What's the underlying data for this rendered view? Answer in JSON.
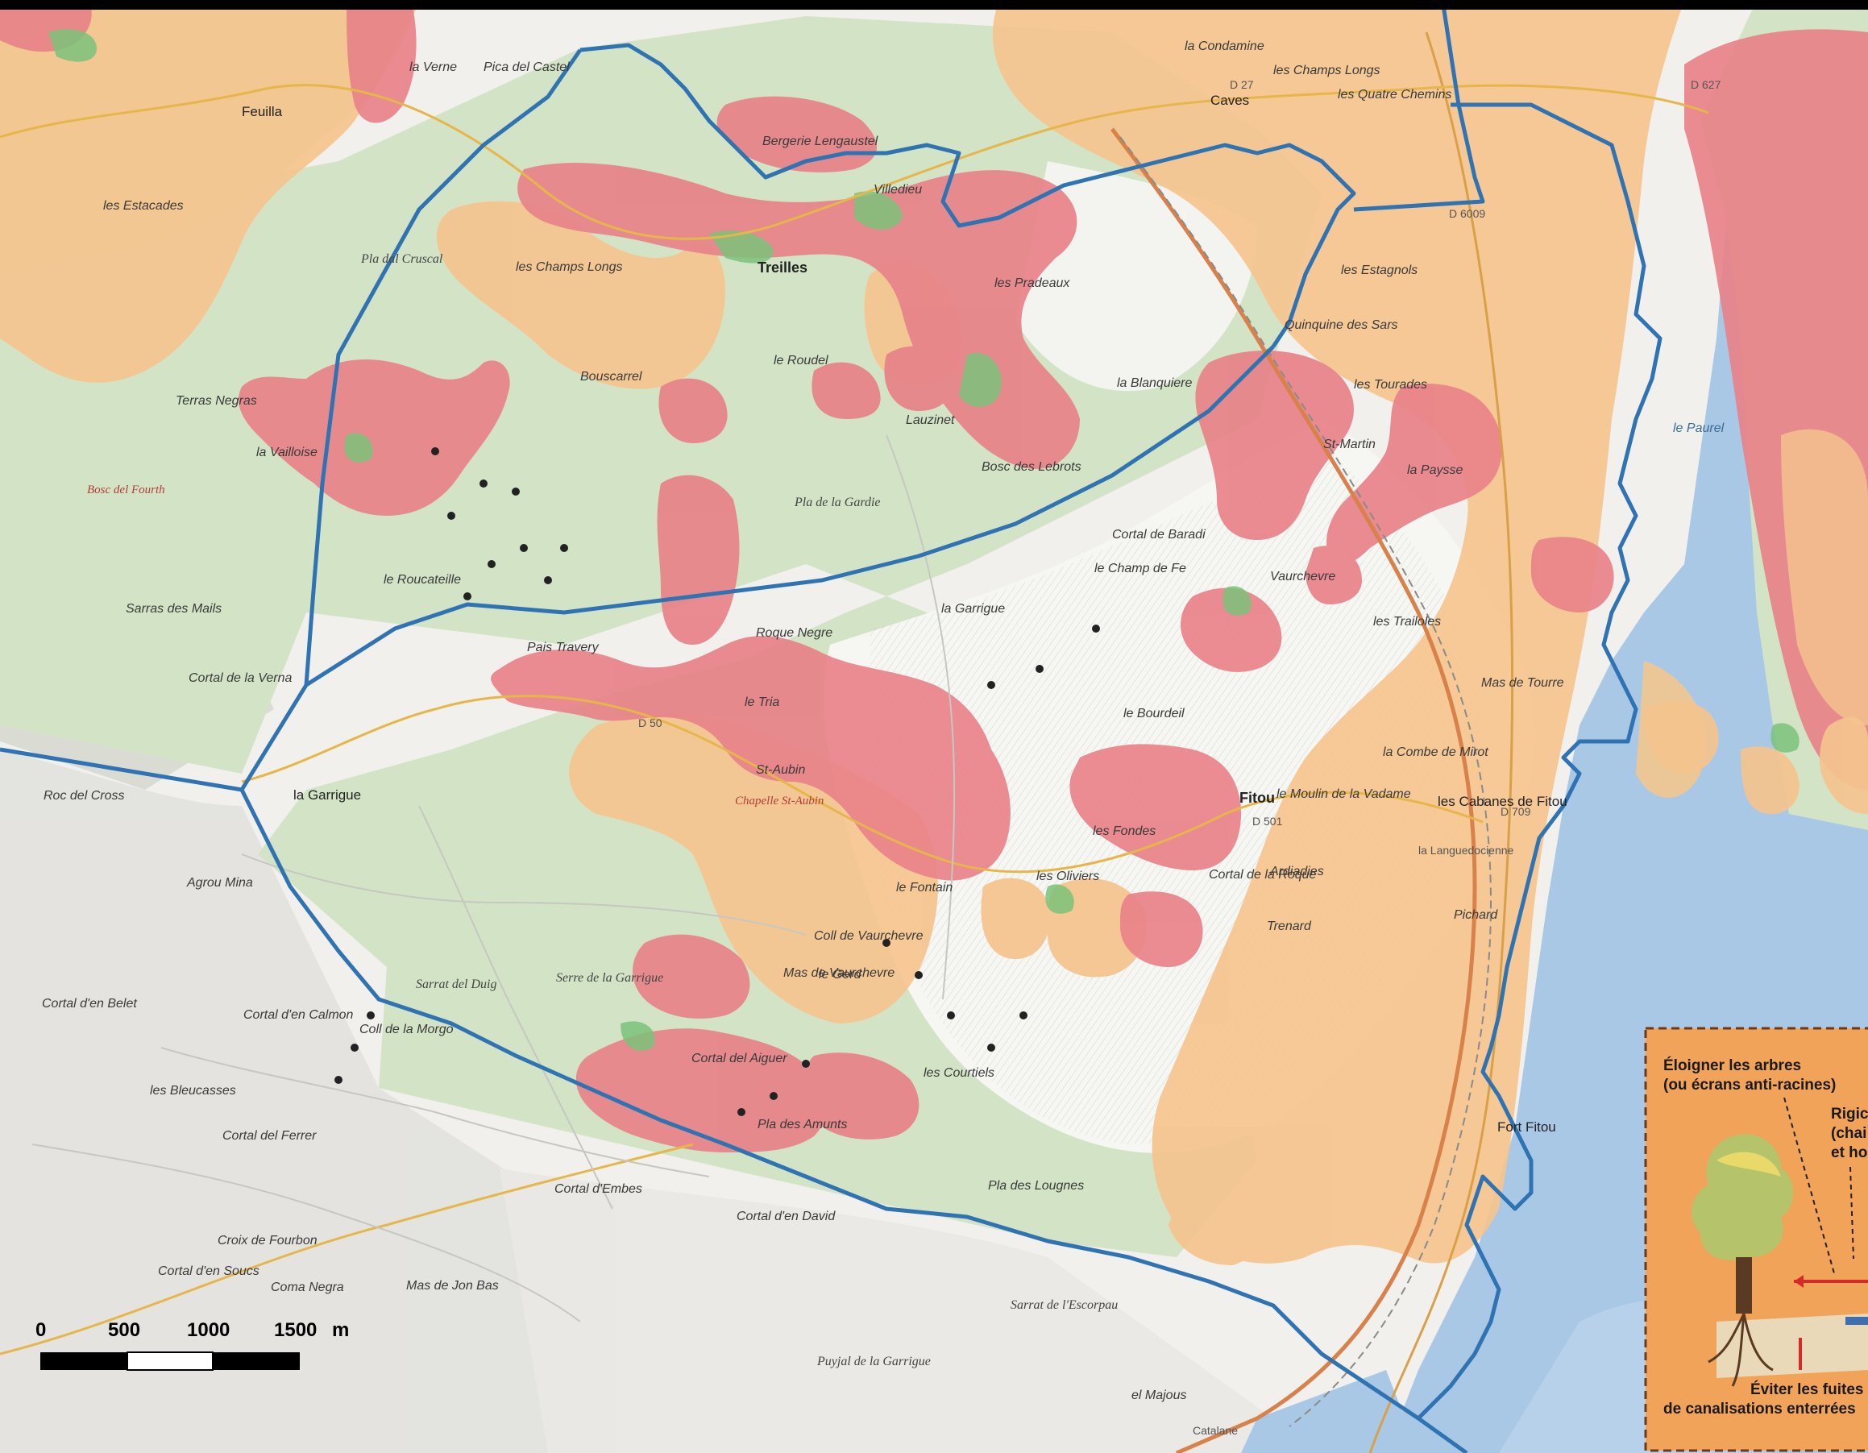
{
  "colors": {
    "background": "#f4f3ef",
    "forest_green": "#cfe1c2",
    "dark_green": "#7bc27a",
    "zone_orange": "#f5c48e",
    "zone_red": "#e88289",
    "boundary_blue": "#2f73b3",
    "sea_blue": "#a9c8e6",
    "legend_orange": "#f2a35a",
    "top_border": "#000000"
  },
  "scale": {
    "unit": "m",
    "ticks": [
      "0",
      "500",
      "1000",
      "1500"
    ]
  },
  "legend": {
    "lines": [
      "Éloigner les arbres",
      "(ou écrans anti-racines)",
      "Rigic",
      "(chai",
      "et ho",
      "Éviter les fuites",
      "de canalisations enterrées"
    ]
  },
  "places": [
    {
      "name": "Feuilla",
      "cls": "lbl-town"
    },
    {
      "name": "Treilles",
      "cls": "lbl-b"
    },
    {
      "name": "Fitou",
      "cls": "lbl-b"
    },
    {
      "name": "Caves",
      "cls": "lbl-town"
    },
    {
      "name": "la Condamine",
      "cls": "lbl"
    },
    {
      "name": "les Champs Longs",
      "cls": "lbl"
    },
    {
      "name": "les Quatre Chemins",
      "cls": "lbl"
    },
    {
      "name": "les Estacades",
      "cls": "lbl"
    },
    {
      "name": "Pla dal Cruscal",
      "cls": "lbl-ser"
    },
    {
      "name": "les Champs Longs",
      "cls": "lbl"
    },
    {
      "name": "Bergerie Lengaustel",
      "cls": "lbl"
    },
    {
      "name": "Pla de la Gardie",
      "cls": "lbl-ser"
    },
    {
      "name": "la Garrigue",
      "cls": "lbl"
    },
    {
      "name": "la Garrigue",
      "cls": "lbl-town"
    },
    {
      "name": "Roque Negre",
      "cls": "lbl"
    },
    {
      "name": "le Roucateille",
      "cls": "lbl"
    },
    {
      "name": "Serre de la Garrigue",
      "cls": "lbl-ser"
    },
    {
      "name": "Sarrat del Duig",
      "cls": "lbl-ser"
    },
    {
      "name": "Pla des Amunts",
      "cls": "lbl"
    },
    {
      "name": "les Courtiels",
      "cls": "lbl"
    },
    {
      "name": "les Oliviers",
      "cls": "lbl"
    },
    {
      "name": "les Fondes",
      "cls": "lbl"
    },
    {
      "name": "le Bourdeil",
      "cls": "lbl"
    },
    {
      "name": "le Paurel",
      "cls": "lbl-water"
    },
    {
      "name": "Fort Fitou",
      "cls": "lbl-town"
    },
    {
      "name": "les Cabanes de Fitou",
      "cls": "lbl-town"
    },
    {
      "name": "la Blanquiere",
      "cls": "lbl"
    },
    {
      "name": "St-Martin",
      "cls": "lbl"
    },
    {
      "name": "la Paysse",
      "cls": "lbl"
    },
    {
      "name": "les Estagnols",
      "cls": "lbl"
    },
    {
      "name": "Quinquine des Sars",
      "cls": "lbl"
    },
    {
      "name": "Sarrat de l'Escorpau",
      "cls": "lbl-ser"
    },
    {
      "name": "Puyjal de la Garrigue",
      "cls": "lbl-ser"
    },
    {
      "name": "Cortal d'en David",
      "cls": "lbl"
    },
    {
      "name": "Cortal d'Embes",
      "cls": "lbl"
    },
    {
      "name": "Croix de Fourbon",
      "cls": "lbl"
    },
    {
      "name": "Agrou Mina",
      "cls": "lbl"
    },
    {
      "name": "Cortal d'en Belet",
      "cls": "lbl"
    },
    {
      "name": "Cortal d'en Calmon",
      "cls": "lbl"
    },
    {
      "name": "les Bleucasses",
      "cls": "lbl"
    },
    {
      "name": "Cortal del Ferrer",
      "cls": "lbl"
    },
    {
      "name": "Cortal d'en Soucs",
      "cls": "lbl"
    },
    {
      "name": "Terras Negras",
      "cls": "lbl"
    },
    {
      "name": "la Vailloise",
      "cls": "lbl"
    },
    {
      "name": "Bosc del Fourth",
      "cls": "lbl-red"
    },
    {
      "name": "Sarras des Mails",
      "cls": "lbl"
    },
    {
      "name": "Cortal de la Verna",
      "cls": "lbl"
    },
    {
      "name": "Roc del Cross",
      "cls": "lbl"
    },
    {
      "name": "Pica del Castel",
      "cls": "lbl"
    },
    {
      "name": "la Verne",
      "cls": "lbl"
    },
    {
      "name": "Villedieu",
      "cls": "lbl"
    },
    {
      "name": "les Pradeaux",
      "cls": "lbl"
    },
    {
      "name": "le Roudel",
      "cls": "lbl"
    },
    {
      "name": "Bosc des Lebrots",
      "cls": "lbl"
    },
    {
      "name": "Vaurchevre",
      "cls": "lbl"
    },
    {
      "name": "le Champ de Fe",
      "cls": "lbl"
    },
    {
      "name": "Cortal de Baradi",
      "cls": "lbl"
    },
    {
      "name": "le Moulin de la Vadame",
      "cls": "lbl"
    },
    {
      "name": "les Tourades",
      "cls": "lbl"
    },
    {
      "name": "Ardiadies",
      "cls": "lbl"
    },
    {
      "name": "Pla des Lougnes",
      "cls": "lbl"
    },
    {
      "name": "St-Aubin",
      "cls": "lbl"
    },
    {
      "name": "Chapelle St-Aubin",
      "cls": "lbl-red"
    },
    {
      "name": "le Gerd",
      "cls": "lbl"
    },
    {
      "name": "Mas de Vaurchevre",
      "cls": "lbl"
    },
    {
      "name": "Coll de Vaurchevre",
      "cls": "lbl"
    },
    {
      "name": "Coll de la Morgo",
      "cls": "lbl"
    },
    {
      "name": "Cortal del Aiguer",
      "cls": "lbl"
    },
    {
      "name": "la Combe de Mirot",
      "cls": "lbl"
    },
    {
      "name": "Mas de Jon Bas",
      "cls": "lbl"
    },
    {
      "name": "Coma Negra",
      "cls": "lbl"
    },
    {
      "name": "el Majous",
      "cls": "lbl"
    },
    {
      "name": "Catalane",
      "cls": "lbl-road"
    },
    {
      "name": "la Languedocienne",
      "cls": "lbl-road"
    },
    {
      "name": "Bouscarrel",
      "cls": "lbl"
    },
    {
      "name": "Pais Travery",
      "cls": "lbl"
    },
    {
      "name": "le Tria",
      "cls": "lbl"
    },
    {
      "name": "Lauzinet",
      "cls": "lbl"
    },
    {
      "name": "le Fontain",
      "cls": "lbl"
    },
    {
      "name": "les Trailoles",
      "cls": "lbl"
    },
    {
      "name": "Cortal de la Roque",
      "cls": "lbl"
    },
    {
      "name": "Trenard",
      "cls": "lbl"
    },
    {
      "name": "Pichard",
      "cls": "lbl"
    },
    {
      "name": "Mas de Tourre",
      "cls": "lbl"
    },
    {
      "name": "D 27",
      "cls": "lbl-road"
    },
    {
      "name": "D 627",
      "cls": "lbl-road"
    },
    {
      "name": "D 50",
      "cls": "lbl-road"
    },
    {
      "name": "D 501",
      "cls": "lbl-road"
    },
    {
      "name": "D 709",
      "cls": "lbl-road"
    },
    {
      "name": "D 6009",
      "cls": "lbl-road"
    }
  ]
}
